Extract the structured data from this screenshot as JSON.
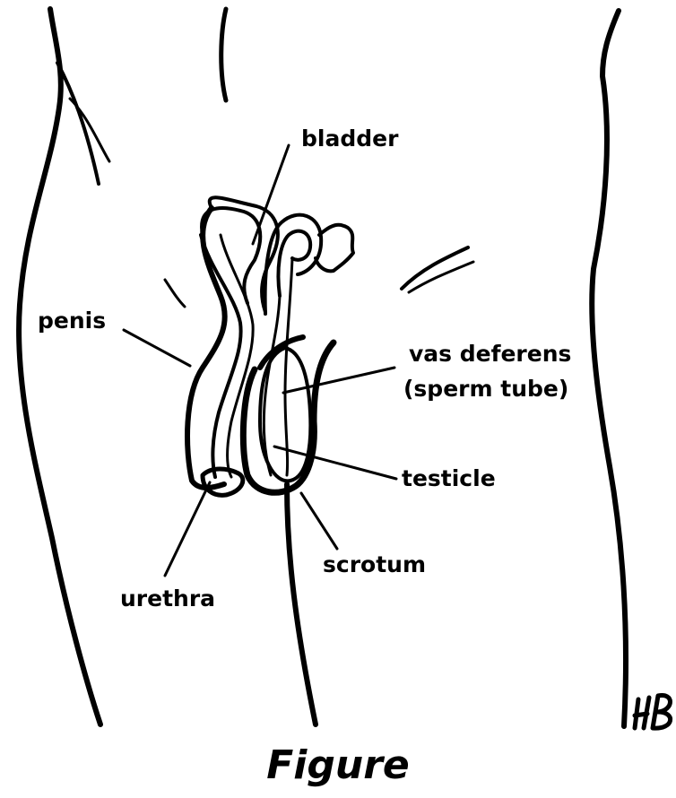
{
  "labels": {
    "bladder": "bladder",
    "penis": "penis",
    "vas_deferens_line1": "vas deferens",
    "vas_deferens_line2": "(sperm tube)",
    "testicle": "testicle",
    "scrotum": "scrotum",
    "urethra": "urethra"
  },
  "signature": "HB",
  "caption": "Figure",
  "colors": {
    "ink": "#000000",
    "background": "#ffffff"
  }
}
